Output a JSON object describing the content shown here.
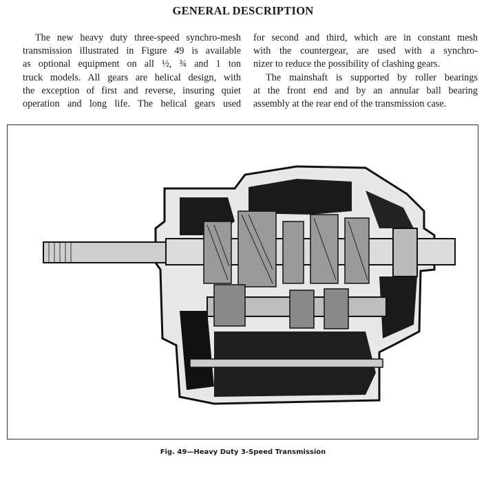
{
  "page": {
    "title": "GENERAL DESCRIPTION"
  },
  "body_text": {
    "left_column": [
      "The new heavy duty three-speed synchro-mesh",
      "transmission illustrated in Figure 49 is available",
      "as optional equipment on all ½, ¾ and 1 ton",
      "truck models. All gears are helical design, with",
      "the exception of first and reverse, insuring quiet",
      "operation and long life. The helical gears used"
    ],
    "right_column": [
      "for second and third, which are in constant mesh",
      "with the countergear, are used with a synchro-",
      "nizer to reduce the possibility of clashing gears.",
      "The mainshaft is supported by roller bearings",
      "at the front end and by an annular ball bearing",
      "assembly at the rear end of the transmission case."
    ]
  },
  "figure": {
    "caption": "Fig. 49—Heavy Duty 3-Speed Transmission"
  }
}
